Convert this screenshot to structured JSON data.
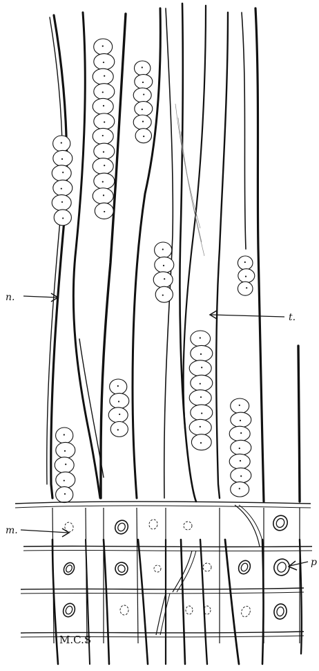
{
  "figure": {
    "labels": {
      "n": "n.",
      "t": "t.",
      "m": "m.",
      "p": "p"
    },
    "signature": "M.C.S"
  }
}
